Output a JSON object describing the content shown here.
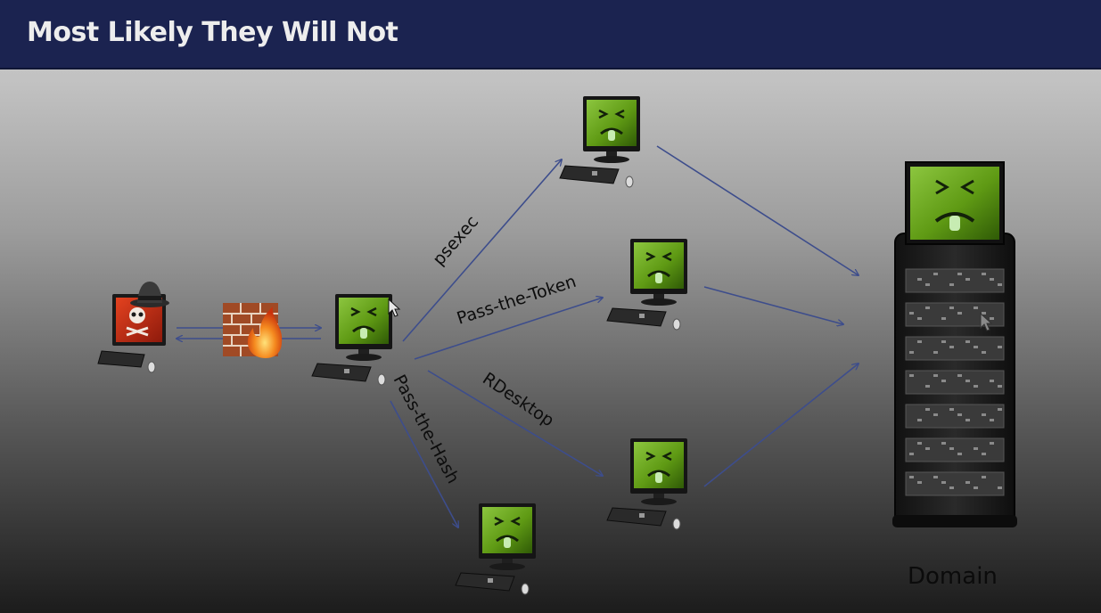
{
  "slide": {
    "title": "Most Likely They Will Not"
  },
  "diagram": {
    "edges": [
      {
        "label": "psexec"
      },
      {
        "label": "Pass-the-Token"
      },
      {
        "label": "RDesktop"
      },
      {
        "label": "Pass-the-Hash"
      }
    ],
    "target_label": "Domain"
  },
  "icons": {
    "attacker": "hacker-computer-icon",
    "firewall": "firewall-icon",
    "pivot": "infected-computer-icon",
    "server": "infected-server-icon",
    "cursor": "mouse-cursor-icon"
  },
  "colors": {
    "title_bar": "#1b2350",
    "arrow": "#3d4d8c",
    "infected_screen": "#6da916",
    "attacker_screen": "#c8291a"
  }
}
